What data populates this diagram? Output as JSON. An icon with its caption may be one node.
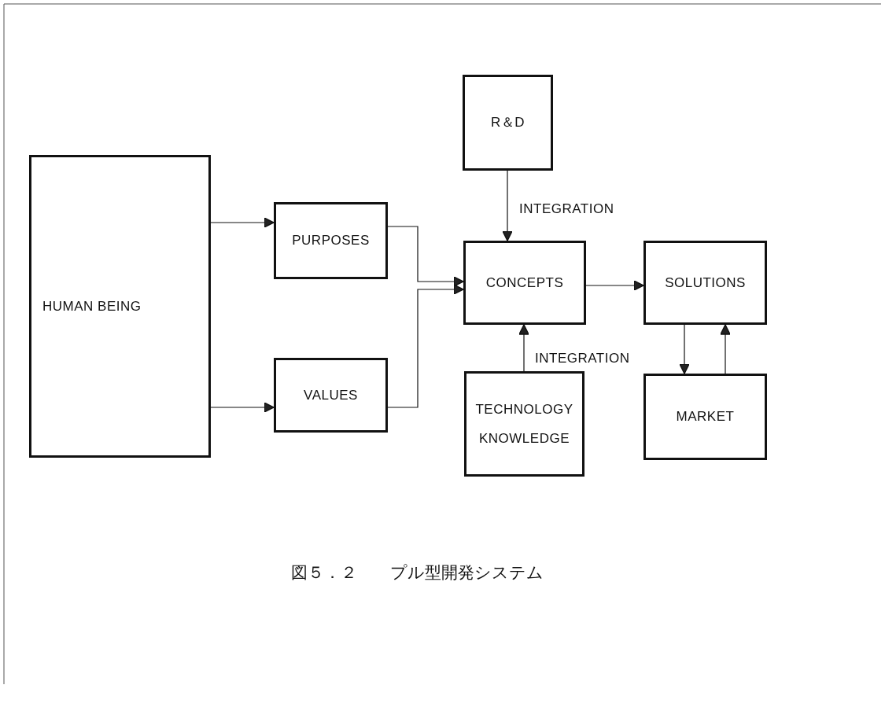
{
  "diagram": {
    "caption": "図５．２　　プル型開発システム",
    "nodes": [
      {
        "text": [
          "HUMAN BEING"
        ]
      },
      {
        "text": [
          "PURPOSES"
        ]
      },
      {
        "text": [
          "VALUES"
        ]
      },
      {
        "text": [
          "R＆D"
        ]
      },
      {
        "text": [
          "CONCEPTS"
        ]
      },
      {
        "text": [
          "SOLUTIONS"
        ]
      },
      {
        "text": [
          "TECHNOLOGY KNOWLEDGE"
        ]
      },
      {
        "text": [
          "MARKET"
        ]
      }
    ],
    "edges": [
      {
        "from": 0,
        "to": 1,
        "arrow": "to"
      },
      {
        "from": 0,
        "to": 2,
        "arrow": "to"
      },
      {
        "from": 1,
        "to": 4,
        "arrow": "to"
      },
      {
        "from": 2,
        "to": 4,
        "arrow": "to"
      },
      {
        "from": 3,
        "to": 4,
        "arrow": "to",
        "label": "INTEGRATION"
      },
      {
        "from": 6,
        "to": 4,
        "arrow": "to",
        "label": "INTEGRATION"
      },
      {
        "from": 4,
        "to": 5,
        "arrow": "to"
      },
      {
        "from": 5,
        "to": 7,
        "arrow": "to"
      },
      {
        "from": 7,
        "to": 5,
        "arrow": "to"
      }
    ]
  }
}
